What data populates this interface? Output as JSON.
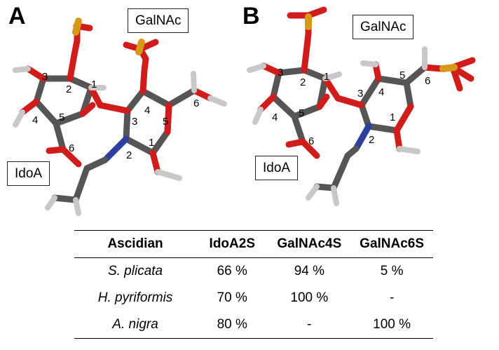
{
  "panels": {
    "a": {
      "letter": "A",
      "galnac_label": "GalNAc",
      "idoa_label": "IdoA",
      "atom_numbers": [
        "1",
        "2",
        "3",
        "4",
        "5",
        "6",
        "1",
        "2",
        "3",
        "4",
        "5",
        "6"
      ]
    },
    "b": {
      "letter": "B",
      "galnac_label": "GalNAc",
      "idoa_label": "IdoA",
      "atom_numbers": [
        "1",
        "2",
        "3",
        "4",
        "5",
        "6",
        "1",
        "2",
        "3",
        "4",
        "5",
        "6"
      ]
    }
  },
  "atom_colors": {
    "carbon": "#5a5a5a",
    "oxygen": "#d11c1c",
    "sulfur": "#d69a18",
    "nitrogen": "#2c3f9e",
    "hydrogen": "#c8c8c8"
  },
  "table": {
    "headers": [
      "Ascidian",
      "IdoA2S",
      "GalNAc4S",
      "GalNAc6S"
    ],
    "rows": [
      {
        "species": "S. plicata",
        "values": [
          "66 %",
          "94 %",
          "5 %"
        ]
      },
      {
        "species": "H. pyriformis",
        "values": [
          "70 %",
          "100 %",
          "-"
        ]
      },
      {
        "species": "A. nigra",
        "values": [
          "80 %",
          "-",
          "100 %"
        ]
      }
    ]
  }
}
